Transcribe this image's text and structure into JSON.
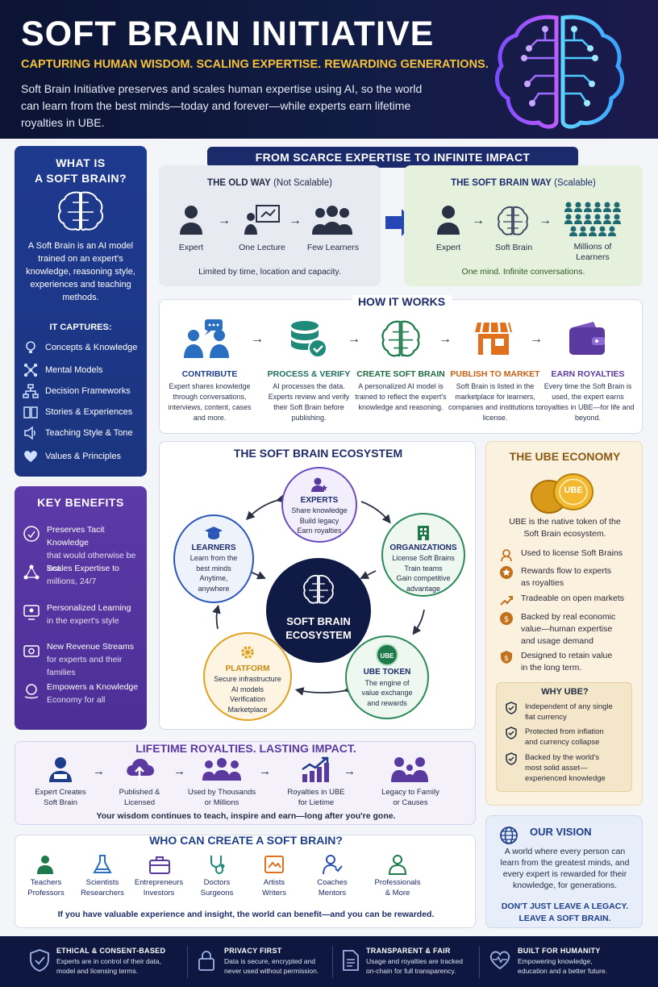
{
  "header": {
    "title": "SOFT BRAIN INITIATIVE",
    "tagline": "CAPTURING HUMAN WISDOM. SCALING EXPERTISE. REWARDING GENERATIONS.",
    "intro": "Soft Brain Initiative preserves and scales human expertise using AI, so the world can learn from the best minds—today and forever—while experts earn lifetime royalties in UBE."
  },
  "what": {
    "title_line1": "WHAT IS",
    "title_line2": "A SOFT BRAIN?",
    "description": "A Soft Brain is an AI model trained on an expert's knowledge, reasoning style, experiences and teaching methods.",
    "captures_title": "IT CAPTURES:",
    "captures": [
      "Concepts & Knowledge",
      "Mental Models",
      "Decision Frameworks",
      "Stories & Experiences",
      "Teaching Style & Tone",
      "Values & Principles"
    ]
  },
  "benefits": {
    "title": "KEY BENEFITS",
    "items": [
      [
        "Preserves Tacit Knowledge",
        "that would otherwise be lost"
      ],
      [
        "Scales Expertise to",
        "millions, 24/7"
      ],
      [
        "Personalized Learning",
        "in the expert's style"
      ],
      [
        "New Revenue Streams",
        "for experts and their families"
      ],
      [
        "Empowers a Knowledge",
        "Economy for all"
      ]
    ]
  },
  "impact": {
    "banner": "FROM SCARCE EXPERTISE TO INFINITE IMPACT",
    "old_title": "THE OLD WAY",
    "old_sub": "(Not Scalable)",
    "old_labels": [
      "Expert",
      "One Lecture",
      "Few Learners"
    ],
    "old_caption": "Limited by time, location and capacity.",
    "new_title": "THE SOFT BRAIN WAY",
    "new_sub": "(Scalable)",
    "new_labels": [
      "Expert",
      "Soft Brain",
      "Millions of Learners"
    ],
    "new_caption": "One mind. Infinite conversations."
  },
  "how": {
    "title": "HOW IT WORKS",
    "steps": [
      {
        "title": "CONTRIBUTE",
        "desc": "Expert shares knowledge through conversations, interviews, content, cases and more.",
        "color": "#2a6fc0"
      },
      {
        "title": "PROCESS & VERIFY",
        "desc": "AI processes the data. Experts review and verify their Soft Brain before publishing.",
        "color": "#1f8a7a"
      },
      {
        "title": "CREATE SOFT BRAIN",
        "desc": "A personalized AI model is trained to reflect the expert's knowledge and reasoning.",
        "color": "#1e7a4a"
      },
      {
        "title": "PUBLISH TO MARKET",
        "desc": "Soft Brain is listed in the marketplace for learners, companies and institutions to license.",
        "color": "#e0701c"
      },
      {
        "title": "EARN ROYALTIES",
        "desc": "Every time the Soft Brain is used, the expert earns royalties in UBE—for life and beyond.",
        "color": "#5b3aa0"
      }
    ]
  },
  "ecosystem": {
    "title": "THE SOFT BRAIN ECOSYSTEM",
    "center_line1": "SOFT BRAIN",
    "center_line2": "ECOSYSTEM",
    "experts": {
      "title": "EXPERTS",
      "lines": [
        "Share knowledge",
        "Build legacy",
        "Earn royalties"
      ]
    },
    "organizations": {
      "title": "ORGANIZATIONS",
      "lines": [
        "License Soft Brains",
        "Train teams",
        "Gain competitive",
        "advantage"
      ]
    },
    "ube_token": {
      "title": "UBE TOKEN",
      "lines": [
        "The engine of",
        "value exchange",
        "and rewards"
      ],
      "badge": "UBE"
    },
    "platform": {
      "title": "PLATFORM",
      "lines": [
        "Secure infrastructure",
        "AI models",
        "Verification",
        "Marketplace"
      ]
    },
    "learners": {
      "title": "LEARNERS",
      "lines": [
        "Learn from the",
        "best minds",
        "Anytime,",
        "anywhere"
      ]
    }
  },
  "ube": {
    "title": "THE UBE ECONOMY",
    "coin_label": "UBE",
    "desc": "UBE is the native token of the Soft Brain ecosystem.",
    "items": [
      [
        "Used to license Soft Brains"
      ],
      [
        "Rewards flow to experts",
        "as royalties"
      ],
      [
        "Tradeable on open markets"
      ],
      [
        "Backed by real economic",
        "value—human expertise",
        "and usage demand"
      ],
      [
        "Designed to retain value",
        "in the long term."
      ]
    ],
    "why_title": "WHY UBE?",
    "why": [
      [
        "Independent of any single",
        "fiat currency"
      ],
      [
        "Protected from inflation",
        "and currency collapse"
      ],
      [
        "Backed by the world's",
        "most solid asset—",
        "experienced knowledge"
      ]
    ]
  },
  "royalties": {
    "title": "LIFETIME ROYALTIES. LASTING IMPACT.",
    "steps": [
      [
        "Expert Creates",
        "Soft Brain"
      ],
      [
        "Published &",
        "Licensed"
      ],
      [
        "Used by Thousands",
        "or Millions"
      ],
      [
        "Royalties in UBE",
        "for Lietime"
      ],
      [
        "Legacy to Family",
        "or Causes"
      ]
    ],
    "footer": "Your wisdom continues to teach, inspire and earn—long after you're gone."
  },
  "who": {
    "title": "WHO CAN CREATE A SOFT BRAIN?",
    "groups": [
      {
        "l1": "Teachers",
        "l2": "Professors",
        "color": "#1e7a4a"
      },
      {
        "l1": "Scientists",
        "l2": "Researchers",
        "color": "#2a6fc0"
      },
      {
        "l1": "Entrepreneurs",
        "l2": "Investors",
        "color": "#5b3aa0"
      },
      {
        "l1": "Doctors",
        "l2": "Surgeons",
        "color": "#1f8a7a"
      },
      {
        "l1": "Artists",
        "l2": "Writers",
        "color": "#e0701c"
      },
      {
        "l1": "Coaches",
        "l2": "Mentors",
        "color": "#2a4fb0"
      },
      {
        "l1": "Professionals",
        "l2": "& More",
        "color": "#1e7a4a"
      }
    ],
    "footer": "If you have valuable experience and insight, the world can benefit—and you can be rewarded."
  },
  "vision": {
    "title": "OUR VISION",
    "text": "A world where every person can learn from the greatest minds, and every expert is rewarded for their knowledge, for generations.",
    "cta_line1": "DON'T JUST LEAVE A LEGACY.",
    "cta_line2": "LEAVE A SOFT BRAIN."
  },
  "footer": [
    {
      "title": "ETHICAL & CONSENT-BASED",
      "l1": "Experts are in control of their data,",
      "l2": "model and licensing terms."
    },
    {
      "title": "PRIVACY FIRST",
      "l1": "Data is secure, encrypted and",
      "l2": "never used without permission."
    },
    {
      "title": "TRANSPARENT & FAIR",
      "l1": "Usage and royalties are tracked",
      "l2": "on-chain for full transparency."
    },
    {
      "title": "BUILT FOR HUMANITY",
      "l1": "Empowering knowledge,",
      "l2": "education and a better future."
    }
  ],
  "colors": {
    "navy": "#1b2a6b",
    "gold": "#f6c13a",
    "purple": "#5b3aa0",
    "green": "#1e7a4a",
    "orange": "#e0701c"
  }
}
